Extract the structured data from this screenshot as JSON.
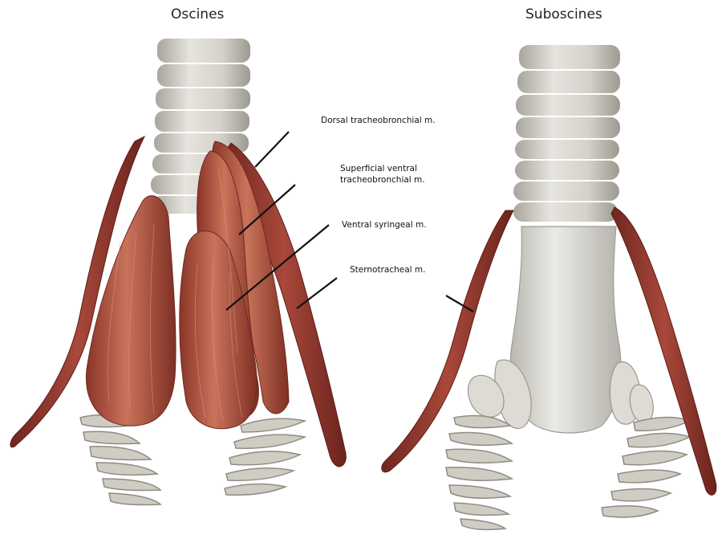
{
  "panels": {
    "left_title": "Oscines",
    "right_title": "Suboscines"
  },
  "labels": {
    "dorsal": "Dorsal tracheobronchial m.",
    "superficial_line1": "Superficial ventral",
    "superficial_line2": "tracheobronchial m.",
    "ventral_syringeal": "Ventral syringeal m.",
    "sternotracheal": "Sternotracheal m."
  },
  "colors": {
    "muscle": "#b55a45",
    "muscle_dark": "#7a2e24",
    "cartilage": "#d9d7d0",
    "cartilage_shade": "#a9a69e",
    "leader": "#111111"
  }
}
